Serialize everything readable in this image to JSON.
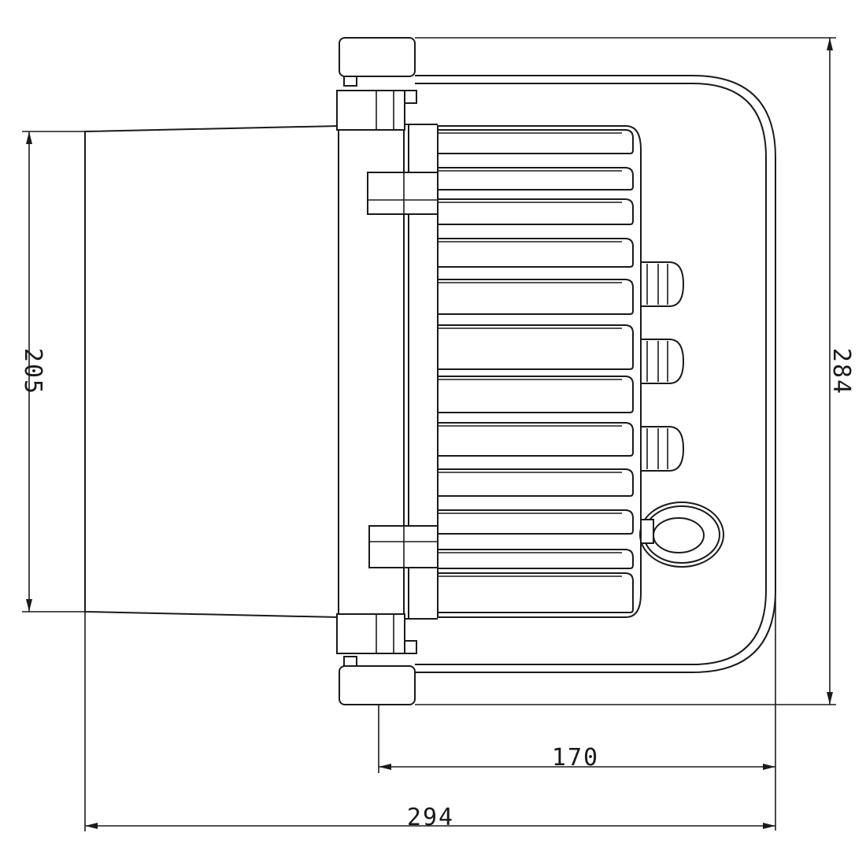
{
  "drawing": {
    "dimensions": {
      "height_body": "205",
      "height_overall": "284",
      "depth_bracket": "170",
      "depth_overall": "294"
    },
    "line_color": "#1a1a1a",
    "background": "#ffffff"
  }
}
